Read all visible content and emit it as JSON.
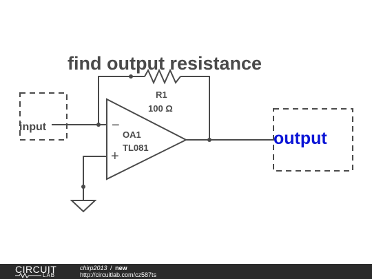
{
  "diagram": {
    "title": "find output resistance",
    "resistor": {
      "name": "R1",
      "value": "100 Ω"
    },
    "opamp": {
      "name": "OA1",
      "part": "TL081",
      "minus": "−",
      "plus": "+"
    },
    "ports": {
      "input": "input",
      "output": "output"
    }
  },
  "footer": {
    "logo_top": "CIRCUIT",
    "logo_bottom": "LAB",
    "user": "chirp2013",
    "separator": "/",
    "project": "new",
    "url": "http://circuitlab.com/cz587ts"
  },
  "colors": {
    "wire": "#4a4a4a",
    "output_label": "#0a14d6",
    "footer_bg": "#2b2b2b"
  }
}
